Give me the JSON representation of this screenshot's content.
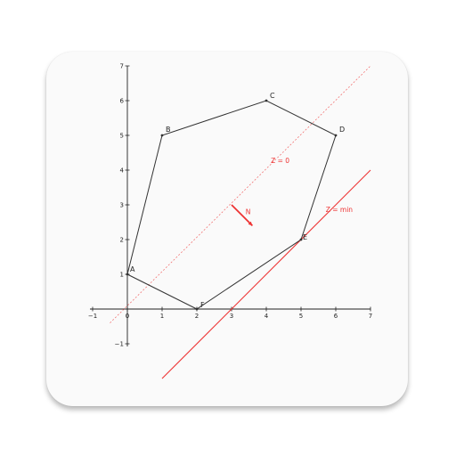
{
  "diagram": {
    "axes": {
      "x_range": [
        -1,
        7
      ],
      "y_range": [
        -1,
        7
      ],
      "x_ticks": [
        -1,
        0,
        1,
        2,
        3,
        4,
        5,
        6,
        7
      ],
      "y_ticks": [
        -1,
        0,
        1,
        2,
        3,
        4,
        5,
        6,
        7
      ],
      "x_tick_labels": [
        "−1",
        "0",
        "1",
        "2",
        "3",
        "4",
        "5",
        "6",
        "7"
      ],
      "y_tick_labels": [
        "−1",
        "0",
        "1",
        "2",
        "3",
        "4",
        "5",
        "6",
        "7"
      ]
    },
    "polygon": [
      {
        "label": "A",
        "x": 0,
        "y": 1
      },
      {
        "label": "F",
        "x": 2,
        "y": 0
      },
      {
        "label": "E",
        "x": 5,
        "y": 2
      },
      {
        "label": "D",
        "x": 6,
        "y": 5
      },
      {
        "label": "C",
        "x": 4,
        "y": 6
      },
      {
        "label": "B",
        "x": 1,
        "y": 5
      }
    ],
    "lines": [
      {
        "label": "Z = 0",
        "style": "dashed",
        "from": {
          "x": -0.5,
          "y": -0.4
        },
        "to": {
          "x": 7,
          "y": 7
        },
        "label_at": {
          "x": 4.4,
          "y": 4.2
        }
      },
      {
        "label": "Z = min",
        "style": "solid",
        "from": {
          "x": 1,
          "y": -2
        },
        "to": {
          "x": 7,
          "y": 4
        },
        "label_at": {
          "x": 6.1,
          "y": 2.8
        }
      }
    ],
    "normal": {
      "label": "N",
      "from": {
        "x": 3,
        "y": 3
      },
      "to": {
        "x": 3.6,
        "y": 2.4
      }
    },
    "colors": {
      "axis": "#222222",
      "polygon": "#333333",
      "objective": "#ee3333"
    }
  }
}
